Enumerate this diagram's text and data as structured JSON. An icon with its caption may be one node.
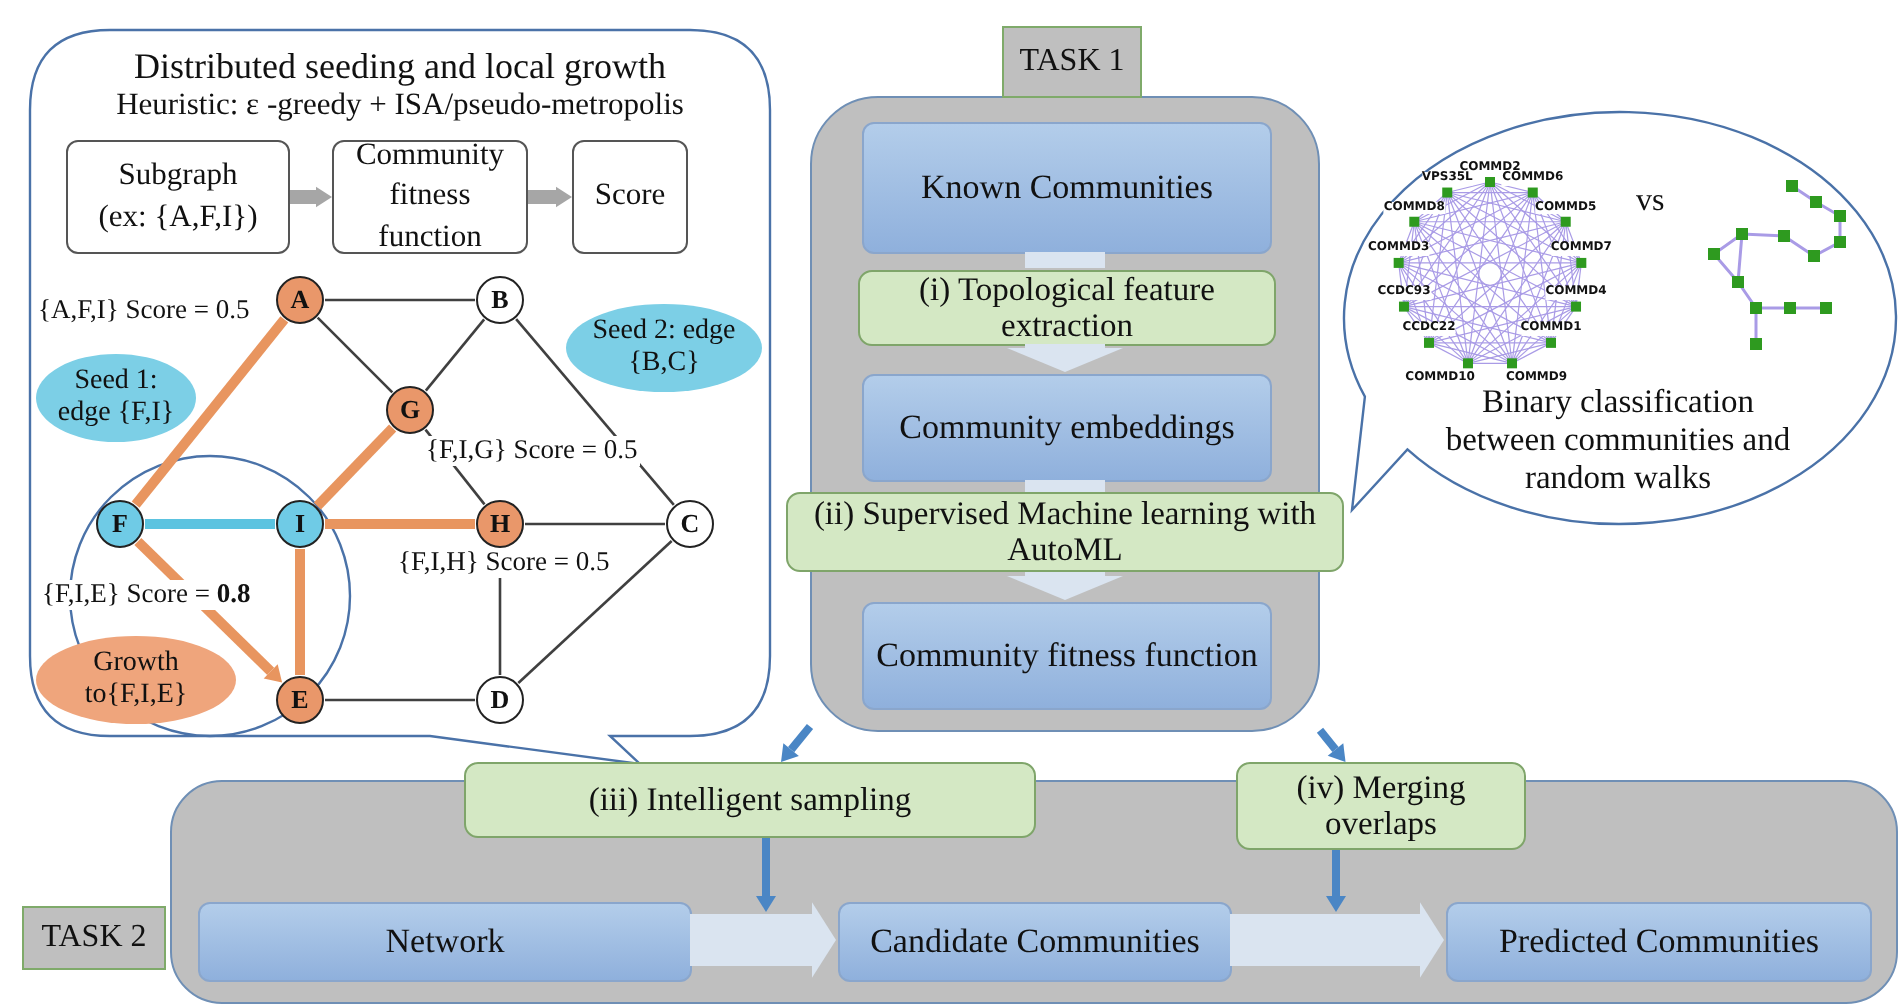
{
  "diagram": {
    "nodes": [
      {
        "text": [
          "Distributed seeding and local growth",
          "Heuristic: ε -greedy + ISA/pseudo-metropolis"
        ]
      },
      {
        "text": [
          "Subgraph (ex: {A,F,I})"
        ],
        "in": 0
      },
      {
        "text": [
          "Community fitness function"
        ],
        "in": 0
      },
      {
        "text": [
          "Score"
        ],
        "in": 0
      },
      {
        "text": [
          "A"
        ],
        "in": 0
      },
      {
        "text": [
          "B"
        ],
        "in": 0
      },
      {
        "text": [
          "G"
        ],
        "in": 0
      },
      {
        "text": [
          "F"
        ],
        "in": 0
      },
      {
        "text": [
          "I"
        ],
        "in": 0
      },
      {
        "text": [
          "H"
        ],
        "in": 0
      },
      {
        "text": [
          "C"
        ],
        "in": 0
      },
      {
        "text": [
          "E"
        ],
        "in": 0
      },
      {
        "text": [
          "D"
        ],
        "in": 0
      },
      {
        "text": [
          "Seed 1: edge {F,I}"
        ],
        "in": 0
      },
      {
        "text": [
          "Seed 2: edge {B,C}"
        ],
        "in": 0
      },
      {
        "text": [
          "Growth to{F,I,E}"
        ],
        "in": 0
      },
      {
        "text": [
          "TASK 1"
        ]
      },
      {
        "text": [
          "Known Communities"
        ],
        "in": 16
      },
      {
        "text": [
          "(i) Topological feature extraction"
        ],
        "in": 16
      },
      {
        "text": [
          "Community embeddings"
        ],
        "in": 16
      },
      {
        "text": [
          "(ii) Supervised Machine learning with AutoML"
        ]
      },
      {
        "text": [
          "Community fitness function"
        ],
        "in": 16
      },
      {
        "text": [
          "Binary classification between communities and random walks"
        ]
      },
      {
        "text": [
          "TASK 2"
        ]
      },
      {
        "text": [
          "(iii) Intelligent sampling"
        ]
      },
      {
        "text": [
          "(iv) Merging overlaps"
        ]
      },
      {
        "text": [
          "Network"
        ],
        "in": 23
      },
      {
        "text": [
          "Candidate Communities"
        ],
        "in": 23
      },
      {
        "text": [
          "Predicted Communities"
        ],
        "in": 23
      }
    ],
    "edges": [
      {
        "from": 1,
        "to": 2,
        "arrow": "to",
        "color": "#a6a6a6"
      },
      {
        "from": 2,
        "to": 3,
        "arrow": "to",
        "color": "#a6a6a6"
      },
      {
        "from": 4,
        "to": 5,
        "arrow": "none"
      },
      {
        "from": 4,
        "to": 6,
        "arrow": "none"
      },
      {
        "from": 4,
        "to": 7,
        "arrow": "none",
        "color": "#e8955f"
      },
      {
        "from": 5,
        "to": 6,
        "arrow": "none"
      },
      {
        "from": 5,
        "to": 10,
        "arrow": "none"
      },
      {
        "from": 6,
        "to": 8,
        "arrow": "none",
        "color": "#e8955f"
      },
      {
        "from": 6,
        "to": 9,
        "arrow": "none"
      },
      {
        "from": 7,
        "to": 8,
        "arrow": "none",
        "color": "#5bc3e0"
      },
      {
        "from": 7,
        "to": 11,
        "arrow": "to",
        "color": "#e8955f"
      },
      {
        "from": 8,
        "to": 9,
        "arrow": "none",
        "color": "#e8955f"
      },
      {
        "from": 8,
        "to": 11,
        "arrow": "none",
        "color": "#e8955f"
      },
      {
        "from": 9,
        "to": 10,
        "arrow": "none"
      },
      {
        "from": 9,
        "to": 12,
        "arrow": "none"
      },
      {
        "from": 10,
        "to": 12,
        "arrow": "none"
      },
      {
        "from": 11,
        "to": 12,
        "arrow": "none"
      },
      {
        "from": 17,
        "to": 18,
        "arrow": "none",
        "style": "thick",
        "color": "#dae4f0"
      },
      {
        "from": 18,
        "to": 19,
        "arrow": "to",
        "style": "thick",
        "color": "#dae4f0"
      },
      {
        "from": 19,
        "to": 20,
        "arrow": "none",
        "style": "thick",
        "color": "#dae4f0"
      },
      {
        "from": 20,
        "to": 21,
        "arrow": "to",
        "style": "thick",
        "color": "#dae4f0"
      },
      {
        "from": 16,
        "to": 24,
        "arrow": "to",
        "color": "#4a86c5"
      },
      {
        "from": 16,
        "to": 25,
        "arrow": "to",
        "color": "#4a86c5"
      },
      {
        "from": 24,
        "to": null,
        "arrow": "to",
        "color": "#4a86c5"
      },
      {
        "from": 25,
        "to": null,
        "arrow": "to",
        "color": "#4a86c5"
      },
      {
        "from": 26,
        "to": 27,
        "arrow": "to",
        "style": "thick",
        "color": "#dae4f0"
      },
      {
        "from": 27,
        "to": 28,
        "arrow": "to",
        "style": "thick",
        "color": "#dae4f0"
      }
    ],
    "labels": [
      "{A,F,I} Score = 0.5",
      "{F,I,G} Score = 0.5",
      "{F,I,H} Score = 0.5",
      "{F,I,E} Score = **0.8**",
      "vs",
      "COMMD2",
      "VPS35L",
      "COMMD6",
      "COMMD8",
      "COMMD5",
      "COMMD3",
      "COMMD7",
      "CCDC93",
      "COMMD4",
      "CCDC22",
      "COMMD1",
      "COMMD10",
      "COMMD9"
    ]
  }
}
